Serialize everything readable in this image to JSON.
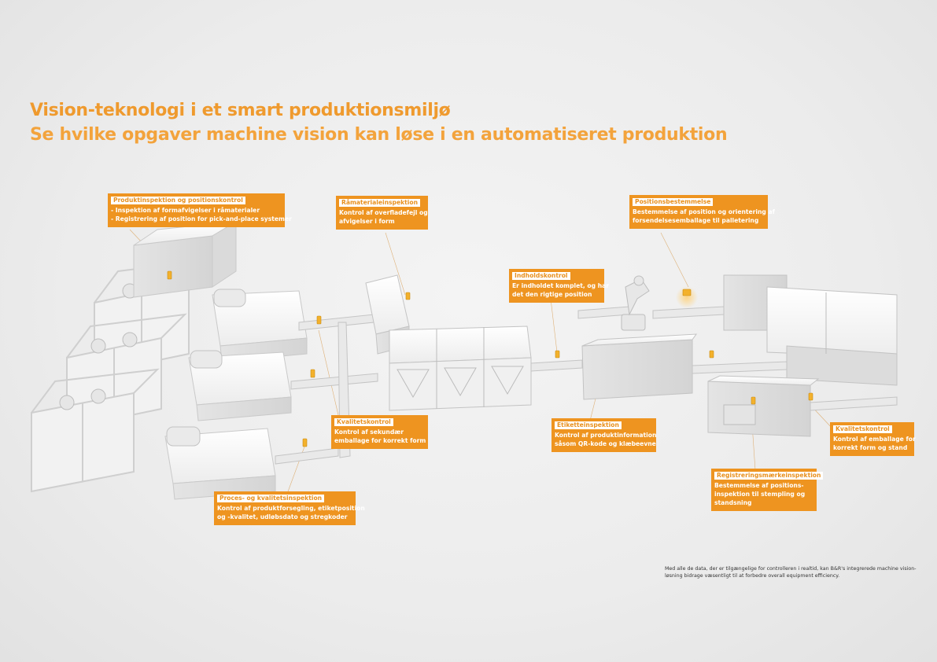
{
  "header": {
    "title": "Vision-teknologi i et smart produktionsmiljø",
    "subtitle": "Se hvilke opgaver machine vision kan løse i en automatiseret produktion"
  },
  "callouts": {
    "produktinspektion": {
      "title": "Produktinspektion og positionskontrol",
      "line1": "- Inspektion af formafvigelser i råmaterialer",
      "line2": "- Registrering af position for pick-and-place systemer"
    },
    "raamateriale": {
      "title": "Råmaterialeinspektion",
      "line1": "Kontrol af overfladefejl og",
      "line2": "afvigelser i form"
    },
    "positionsbestemmelse": {
      "title": "Positionsbestemmelse",
      "line1": "Bestemmelse af position og orientering af",
      "line2": "forsendelsesemballage til palletering"
    },
    "indholdskontrol": {
      "title": "Indholdskontrol",
      "line1": "Er indholdet komplet, og har",
      "line2": "det den rigtige position"
    },
    "kvalitetskontrol1": {
      "title": "Kvalitetskontrol",
      "line1": "Kontrol af sekundær",
      "line2": "emballage for korrekt form"
    },
    "etiketteinspektion": {
      "title": "Etiketteinspektion",
      "line1": "Kontrol af produktinformation",
      "line2": "såsom QR-kode og klæbeevne"
    },
    "kvalitetskontrol2": {
      "title": "Kvalitetskontrol",
      "line1": "Kontrol af emballage for",
      "line2": "korrekt form og stand"
    },
    "registrering": {
      "title": "Registreringsmærkeinspektion",
      "line1": "Bestemmelse af positions-",
      "line2": "inspektion til stempling og",
      "line3": "standsning"
    },
    "proces": {
      "title": "Proces- og kvalitetsinspektion",
      "line1": "Kontrol af produktforsegling, etiketposition",
      "line2": "og -kvalitet, udløbsdato og stregkoder"
    }
  },
  "footnote": "Med alle de data, der er tilgængelige for controlleren i realtid, kan B&R's integrerede machine vision-løsning bidrage væsentligt til at forbedre overall equipment efficiency.",
  "colors": {
    "accent": "#ee9420",
    "title": "#ef9a2e",
    "machine": "#f6f6f6",
    "machine_edge": "#c9c9c9",
    "camera": "#f3b12c"
  }
}
